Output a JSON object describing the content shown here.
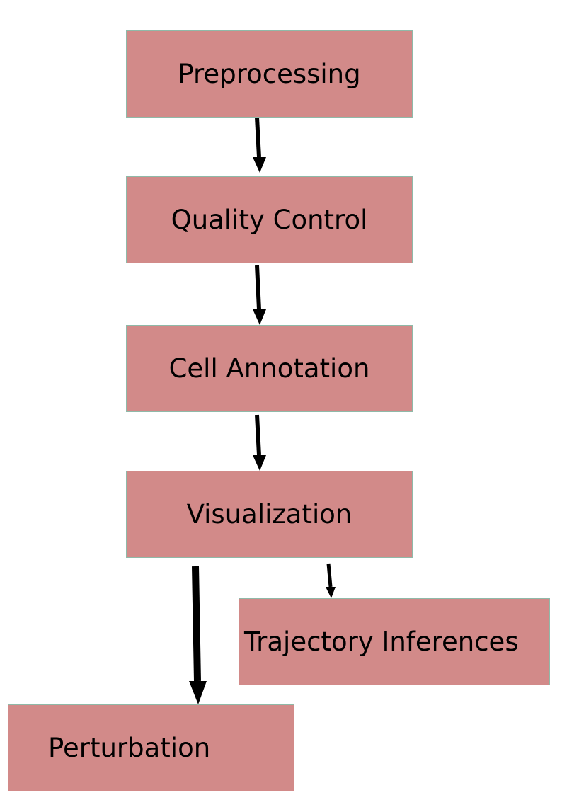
{
  "diagram": {
    "nodes": {
      "preprocessing": "Preprocessing",
      "quality_control": "Quality Control",
      "cell_annotation": "Cell Annotation",
      "visualization": "Visualization",
      "trajectory_inferences": "Trajectory Inferences",
      "perturbation": "Perturbation"
    },
    "edges": [
      {
        "from": "Preprocessing",
        "to": "Quality Control"
      },
      {
        "from": "Quality Control",
        "to": "Cell Annotation"
      },
      {
        "from": "Cell Annotation",
        "to": "Visualization"
      },
      {
        "from": "Visualization",
        "to": "Trajectory Inferences"
      },
      {
        "from": "Visualization",
        "to": "Perturbation"
      }
    ],
    "colors": {
      "box_fill": "#d28a89",
      "box_border": "#8fb9a8",
      "arrow": "#000000"
    }
  }
}
